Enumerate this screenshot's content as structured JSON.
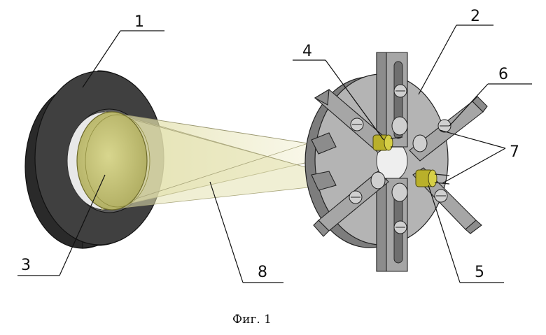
{
  "labels": {
    "l1": "1",
    "l2": "2",
    "l3": "3",
    "l4": "4",
    "l5": "5",
    "l6": "6",
    "l7": "7",
    "l8": "8"
  },
  "caption": "Фиг. 1",
  "colors": {
    "ring": "#3a3a3a",
    "metal": "#a6a6a6",
    "beam": "#efedc4",
    "lens": "#c9c77a",
    "emitter": "#b9b02a"
  }
}
